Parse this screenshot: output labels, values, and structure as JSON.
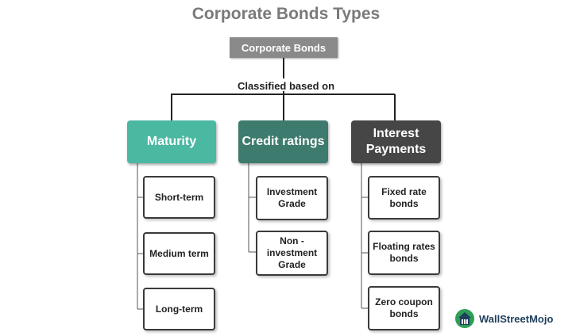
{
  "title": "Corporate Bonds Types",
  "root": "Corporate Bonds",
  "connector_label": "Classified based on",
  "categories": [
    {
      "label": "Maturity",
      "color": "#4bb8a2",
      "items": [
        "Short-term",
        "Medium term",
        "Long-term"
      ]
    },
    {
      "label": "Credit ratings",
      "color": "#3d7b6e",
      "items": [
        "Investment Grade",
        "Non - investment Grade"
      ]
    },
    {
      "label": "Interest Payments",
      "color": "#464646",
      "items": [
        "Fixed rate bonds",
        "Floating rates bonds",
        "Zero coupon bonds"
      ]
    }
  ],
  "logo": {
    "text": "WallStreetMojo",
    "icon": "wallstreetmojo-logo",
    "color": "#1e3e5c"
  }
}
